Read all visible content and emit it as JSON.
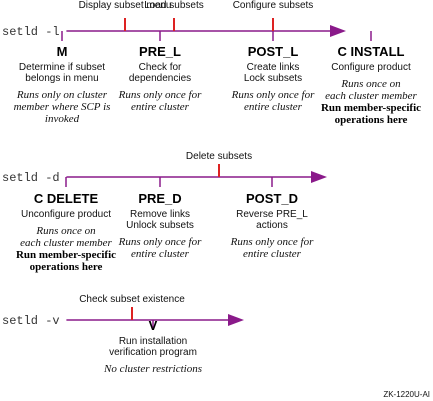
{
  "colors": {
    "timeline": "#8a1a8a",
    "marker_red": "#dd2222",
    "marker_purple": "#8a1a8a"
  },
  "figure_id": "ZK-1220U-AI",
  "timelines": [
    {
      "command": "setld -l",
      "events": [
        {
          "label": "Display subset menu",
          "marker": "red"
        },
        {
          "label": "Load subsets",
          "marker": "red"
        },
        {
          "label": "Configure subsets",
          "marker": "red"
        }
      ],
      "phases": [
        {
          "name": "M",
          "desc": [
            "Determine if subset",
            "belongs in menu"
          ],
          "notes": [
            "Runs only on cluster",
            "member where SCP is",
            "invoked"
          ],
          "strong": []
        },
        {
          "name": "PRE_L",
          "desc": [
            "Check for",
            "dependencies"
          ],
          "notes": [
            "Runs only once for",
            "entire cluster"
          ],
          "strong": []
        },
        {
          "name": "POST_L",
          "desc": [
            "Create links",
            "Lock subsets"
          ],
          "notes": [
            "Runs only once for",
            "entire cluster"
          ],
          "strong": []
        },
        {
          "name": "C INSTALL",
          "desc": [
            "Configure product"
          ],
          "notes": [
            "Runs once on",
            "each cluster member"
          ],
          "strong": [
            "Run member-specific",
            "operations here"
          ]
        }
      ]
    },
    {
      "command": "setld -d",
      "events": [
        {
          "label": "Delete subsets",
          "marker": "red"
        }
      ],
      "phases": [
        {
          "name": "C DELETE",
          "desc": [
            "Unconfigure product"
          ],
          "notes": [
            "Runs once on",
            "each cluster member"
          ],
          "strong": [
            "Run member-specific",
            "operations here"
          ]
        },
        {
          "name": "PRE_D",
          "desc": [
            "Remove links",
            "Unlock subsets"
          ],
          "notes": [
            "Runs only once for",
            "entire cluster"
          ],
          "strong": []
        },
        {
          "name": "POST_D",
          "desc": [
            "Reverse PRE_L",
            "actions"
          ],
          "notes": [
            "Runs only once for",
            "entire cluster"
          ],
          "strong": []
        }
      ]
    },
    {
      "command": "setld -v",
      "events": [
        {
          "label": "Check subset existence",
          "marker": "red"
        }
      ],
      "phases": [
        {
          "name": "V",
          "desc": [
            "Run installation",
            "verification program"
          ],
          "notes": [
            "No cluster restrictions"
          ],
          "strong": []
        }
      ]
    }
  ]
}
